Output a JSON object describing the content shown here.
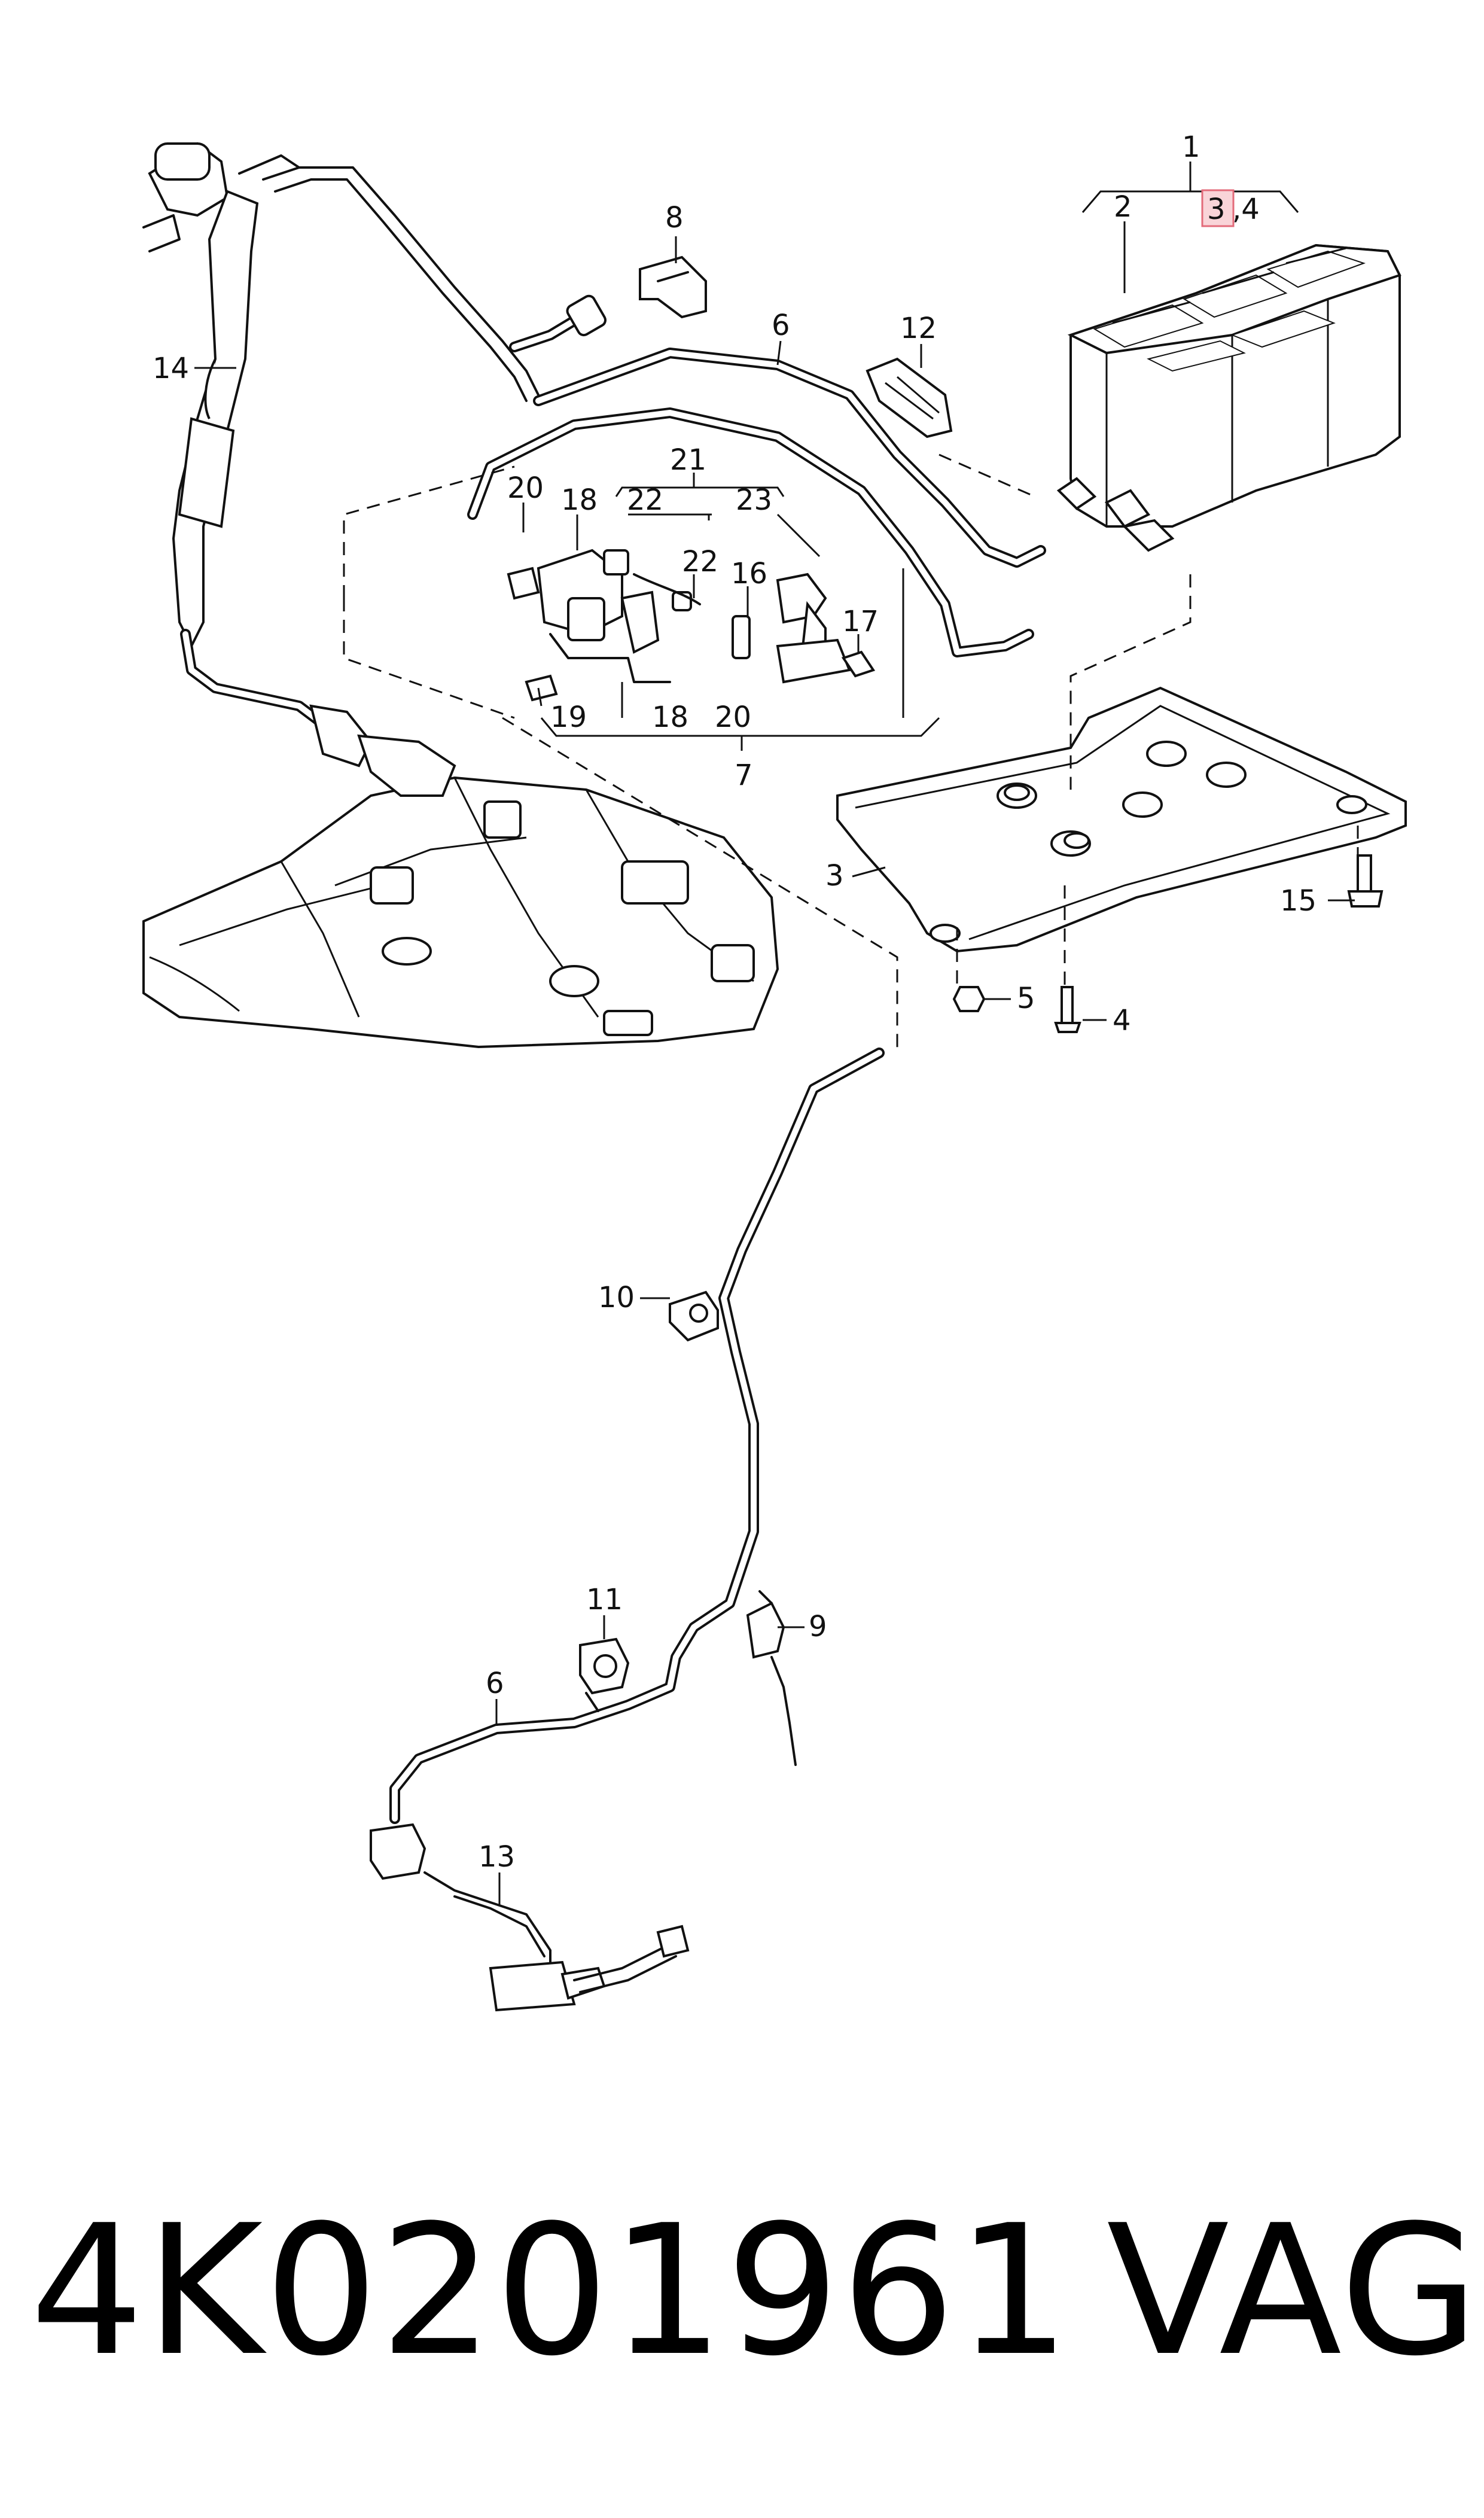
{
  "callouts": {
    "c1": "1",
    "c2": "2",
    "c3_hl": "3",
    "c4_top": ",4",
    "c3": "3",
    "c4": "4",
    "c5": "5",
    "c6_top": "6",
    "c6_bottom": "6",
    "c7": "7",
    "c8": "8",
    "c9": "9",
    "c10": "10",
    "c11": "11",
    "c12": "12",
    "c13": "13",
    "c14": "14",
    "c15": "15",
    "c16": "16",
    "c17": "17",
    "c18_top": "18",
    "c18_bottom": "18",
    "c19": "19",
    "c20_top": "20",
    "c20_bottom": "20",
    "c21": "21",
    "c22_a": "22",
    "c22_b": "22",
    "c23": "23"
  },
  "footer": {
    "part_number": "4K0201961",
    "brand": "VAG"
  },
  "colors": {
    "line": "#111111",
    "highlight_fill": "#f9d4d8",
    "highlight_stroke": "#e36b7a"
  }
}
